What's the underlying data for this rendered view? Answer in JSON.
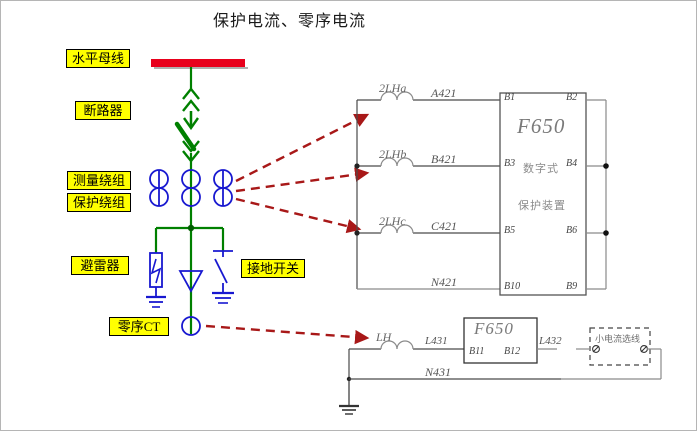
{
  "title": "保护电流、零序电流",
  "left_labels": [
    {
      "id": "bus",
      "text": "水平母线"
    },
    {
      "id": "breaker",
      "text": "断路器"
    },
    {
      "id": "measuring-winding",
      "text": "测量绕组"
    },
    {
      "id": "protection-winding",
      "text": "保护绕组"
    },
    {
      "id": "arrester",
      "text": "避雷器"
    },
    {
      "id": "ground-switch",
      "text": "接地开关"
    },
    {
      "id": "zero-sequence-ct",
      "text": "零序CT"
    }
  ],
  "ct_labels": [
    {
      "id": "ct-a",
      "text": "2LHa"
    },
    {
      "id": "ct-b",
      "text": "2LHb"
    },
    {
      "id": "ct-c",
      "text": "2LHc"
    },
    {
      "id": "ct-lh",
      "text": "LH"
    }
  ],
  "wire_labels": [
    {
      "id": "a421",
      "text": "A421"
    },
    {
      "id": "b421",
      "text": "B421"
    },
    {
      "id": "c421",
      "text": "C421"
    },
    {
      "id": "n421",
      "text": "N421"
    },
    {
      "id": "l431",
      "text": "L431"
    },
    {
      "id": "l432",
      "text": "L432"
    },
    {
      "id": "n431",
      "text": "N431"
    }
  ],
  "relay_main": {
    "model": "F650",
    "line1": "数字式",
    "line2": "保护装置",
    "terminals_left": [
      "B1",
      "B3",
      "B5",
      "B10"
    ],
    "terminals_right": [
      "B2",
      "B4",
      "B6",
      "B9"
    ]
  },
  "relay_zero": {
    "model": "F650",
    "terminals": [
      "B11",
      "B12"
    ]
  },
  "selector_box": {
    "label": "小电流选线"
  },
  "colors": {
    "bus_red": "#e8001c",
    "primary_green": "#008000",
    "ct_blue": "#1818d0",
    "label_yellow": "#ffff00",
    "arrow_red": "#a81818",
    "wire_gray": "#555555"
  }
}
